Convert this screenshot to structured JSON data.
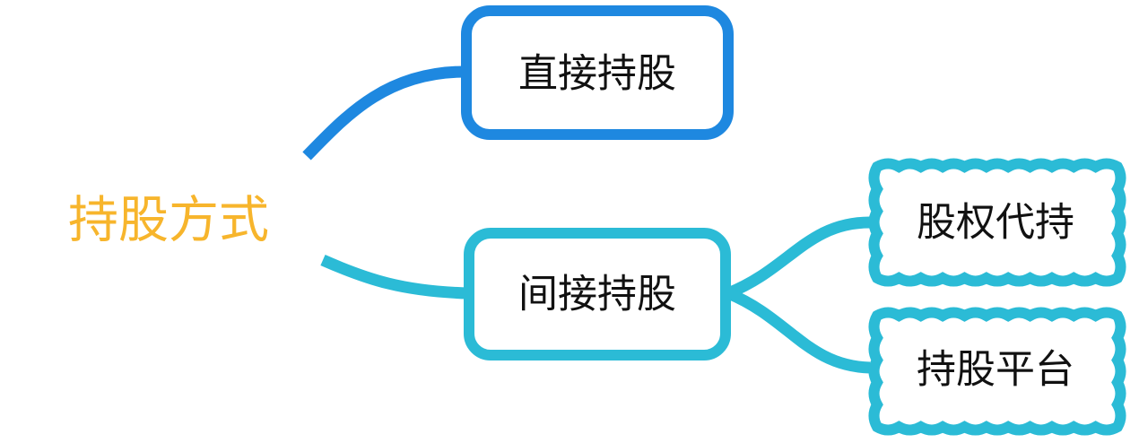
{
  "root": {
    "label": "持股方式",
    "color": "#F7B52C"
  },
  "branches": [
    {
      "label": "直接持股",
      "color": "#1E88E0",
      "children": []
    },
    {
      "label": "间接持股",
      "color": "#2BBBD6",
      "children": [
        {
          "label": "股权代持"
        },
        {
          "label": "持股平台"
        }
      ]
    }
  ],
  "text_color": "#111111"
}
